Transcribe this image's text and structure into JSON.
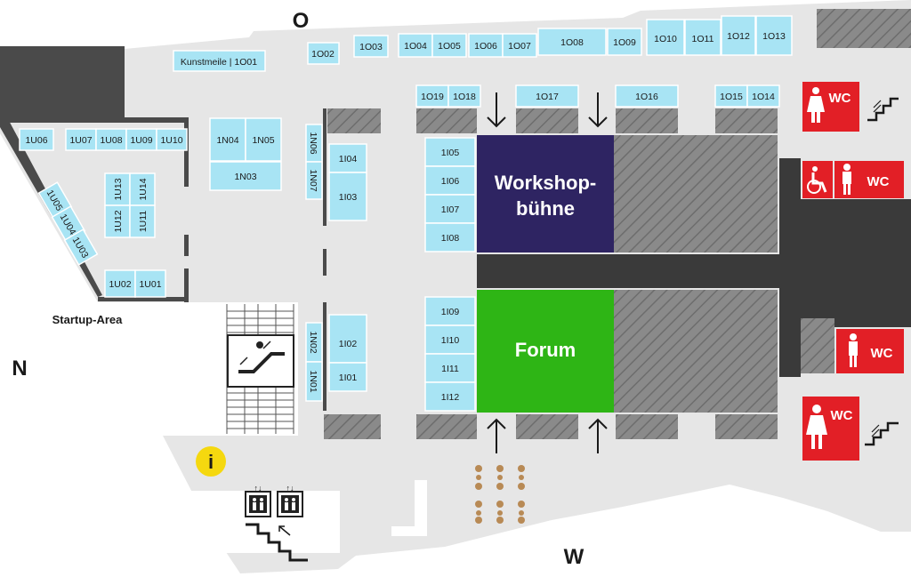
{
  "compass": {
    "north": "N",
    "east": "O",
    "west": "W"
  },
  "areas": {
    "startup": "Startup-Area",
    "workshop_line1": "Workshop-",
    "workshop_line2": "bühne",
    "forum": "Forum",
    "info": "i"
  },
  "wc": {
    "label": "WC"
  },
  "colors": {
    "booth": "#a8e4f4",
    "floor": "#e6e6e6",
    "wall": "#4a4a4a",
    "workshop": "#2e2462",
    "forum": "#2eb515",
    "wc": "#e21f26",
    "info": "#f5d80f",
    "dark_block": "#3a3a3a"
  },
  "booths": {
    "kunstmeile": "Kunstmeile | 1O01",
    "o02": "1O02",
    "o03": "1O03",
    "o04": "1O04",
    "o05": "1O05",
    "o06": "1O06",
    "o07": "1O07",
    "o08": "1O08",
    "o09": "1O09",
    "o10": "1O10",
    "o11": "1O11",
    "o12": "1O12",
    "o13": "1O13",
    "o15": "1O15",
    "o14": "1O14",
    "o16": "1O16",
    "o17": "1O17",
    "o18": "1O18",
    "o19": "1O19",
    "u06": "1U06",
    "u07": "1U07",
    "u08": "1U08",
    "u09": "1U09",
    "u10": "1U10",
    "u13": "1U13",
    "u14": "1U14",
    "u12": "1U12",
    "u11": "1U11",
    "u05": "1U05",
    "u04": "1U04",
    "u03": "1U03",
    "u02": "1U02",
    "u01": "1U01",
    "n04": "1N04",
    "n05": "1N05",
    "n03": "1N03",
    "n06": "1N06",
    "n07": "1N07",
    "n02": "1N02",
    "n01": "1N01",
    "i04": "1I04",
    "i03": "1I03",
    "i02": "1I02",
    "i01": "1I01",
    "i05": "1I05",
    "i06": "1I06",
    "i07": "1I07",
    "i08": "1I08",
    "i09": "1I09",
    "i10": "1I10",
    "i11": "1I11",
    "i12": "1I12"
  }
}
